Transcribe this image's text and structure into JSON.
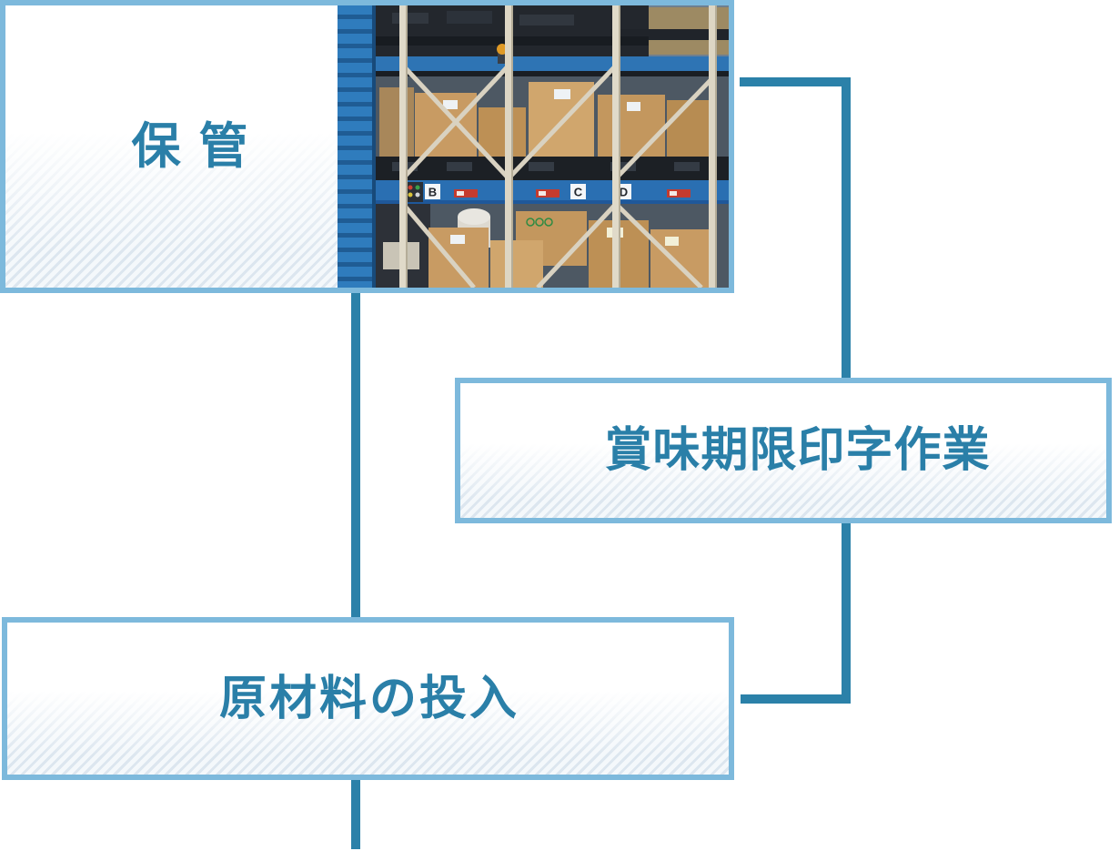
{
  "diagram": {
    "boxes": {
      "storage": "保管",
      "date_printing": "賞味期限印字作業",
      "raw_material_input": "原材料の投入"
    }
  },
  "photo": {
    "description": "automated pallet rack warehouse storage with stacked cardboard boxes",
    "rack_labels": {
      "b": "B",
      "c": "C",
      "d": "D"
    }
  },
  "palette": {
    "box_border": "#7db9dc",
    "connector_line": "#2b81a9",
    "box_text": "#2a7fa8",
    "box_fill_stripe": "#dce6ef"
  }
}
